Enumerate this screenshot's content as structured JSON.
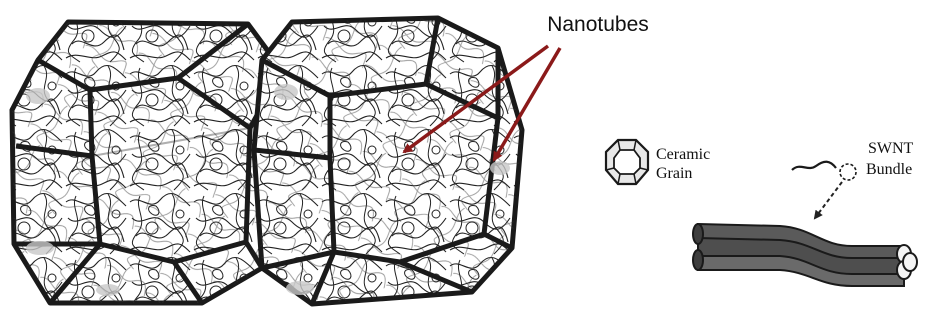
{
  "labels": {
    "nanotubes": "Nanotubes",
    "ceramic_line1": "Ceramic",
    "ceramic_line2": "Grain",
    "swnt_line1": "SWNT",
    "swnt_line2": "Bundle"
  },
  "colors": {
    "arrow": "#8b1a1a",
    "outline": "#1a1a1a",
    "face_fill": "#ececec",
    "tube_fill": "#5a5a5a",
    "background": "#ffffff"
  },
  "icons": {
    "grain": "ceramic-grain-icon",
    "bundle": "swnt-bundle-icon"
  }
}
